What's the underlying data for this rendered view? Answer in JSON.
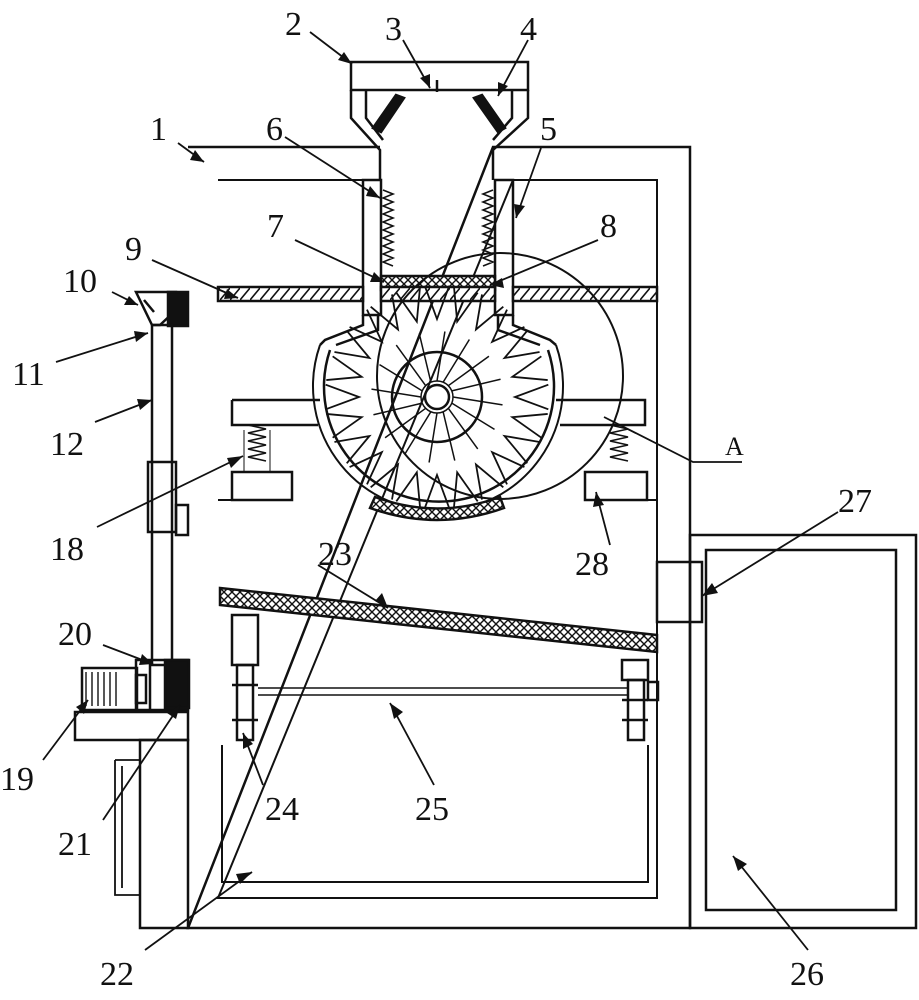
{
  "labels": {
    "n1": "1",
    "n2": "2",
    "n3": "3",
    "n4": "4",
    "n5": "5",
    "n6": "6",
    "n7": "7",
    "n8": "8",
    "n9": "9",
    "n10": "10",
    "n11": "11",
    "n12": "12",
    "n18": "18",
    "n19": "19",
    "n20": "20",
    "n21": "21",
    "n22": "22",
    "n23": "23",
    "n24": "24",
    "n25": "25",
    "n26": "26",
    "n27": "27",
    "n28": "28",
    "A": "A"
  }
}
